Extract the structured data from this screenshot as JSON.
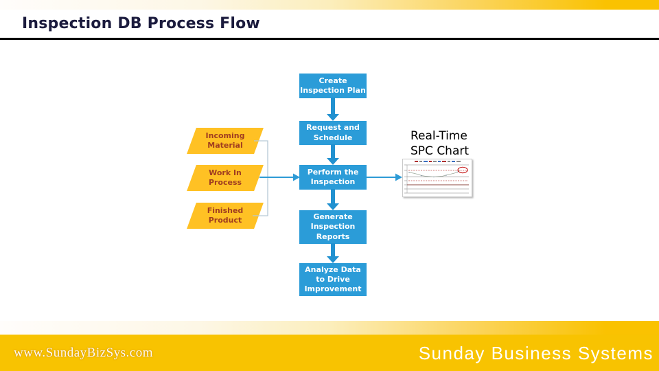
{
  "header": {
    "title": "Inspection DB Process Flow"
  },
  "diagram": {
    "steps": [
      {
        "label": "Create\nInspection Plan"
      },
      {
        "label": "Request and\nSchedule"
      },
      {
        "label": "Perform the\nInspection"
      },
      {
        "label": "Generate\nInspection\nReports"
      },
      {
        "label": "Analyze Data\nto Drive\nImprovement"
      }
    ],
    "inputs": [
      {
        "label": "Incoming\nMaterial"
      },
      {
        "label": "Work In\nProcess"
      },
      {
        "label": "Finished\nProduct"
      }
    ],
    "spc_label": "Real-Time\nSPC Chart"
  },
  "footer": {
    "website": "www.SundayBizSys.com",
    "company": "Sunday Business Systems"
  },
  "colors": {
    "accent_blue": "#2b9cd8",
    "accent_gold": "#fac201",
    "title_navy": "#1b1b3d",
    "input_text": "#a03d20",
    "chart_annotation_red": "#c00000"
  }
}
